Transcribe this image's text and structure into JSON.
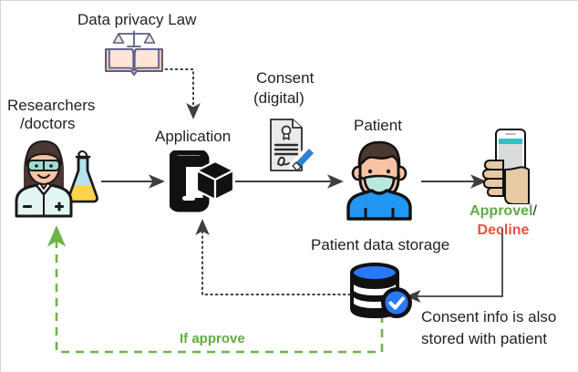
{
  "diagram": {
    "title": "Data privacy consent workflow",
    "labels": {
      "data_privacy_law": "Data privacy Law",
      "researchers_doctors_line1": "Researchers",
      "researchers_doctors_line2": "/doctors",
      "application": "Application",
      "consent_line1": "Consent",
      "consent_line2": "(digital)",
      "patient": "Patient",
      "approve": "Approvel",
      "separator": "/",
      "decline": "Decline",
      "patient_data_storage": "Patient data storage",
      "consent_info_line1": "Consent info is also",
      "consent_info_line2": "stored with patient",
      "if_approve": "If approve"
    },
    "icons": [
      {
        "name": "law-book-icon",
        "label": "Data privacy Law"
      },
      {
        "name": "researcher-scientist-icon",
        "label": "Researchers /doctors"
      },
      {
        "name": "mobile-app-icon",
        "label": "Application"
      },
      {
        "name": "consent-document-icon",
        "label": "Consent (digital)"
      },
      {
        "name": "patient-person-icon",
        "label": "Patient"
      },
      {
        "name": "hand-holding-phone-icon",
        "label": "Approvel / Decline"
      },
      {
        "name": "database-check-icon",
        "label": "Patient data storage"
      }
    ],
    "connectors": [
      {
        "name": "researcher-to-application-arrow",
        "style": "solid",
        "color": "#3f3f3f"
      },
      {
        "name": "law-to-application-arrow",
        "style": "dotted",
        "color": "#3f3f3f"
      },
      {
        "name": "application-to-patient-arrow",
        "style": "solid",
        "color": "#3f3f3f"
      },
      {
        "name": "patient-to-phone-arrow",
        "style": "solid",
        "color": "#3f3f3f"
      },
      {
        "name": "phone-to-database-arrow",
        "style": "solid",
        "color": "#3f3f3f"
      },
      {
        "name": "database-to-application-arrow",
        "style": "dotted",
        "color": "#3f3f3f"
      },
      {
        "name": "if-approve-to-researcher-arrow",
        "style": "dashed",
        "color": "#6eb44a"
      }
    ],
    "colors": {
      "approve_green": "#5fad41",
      "decline_red": "#e2553c",
      "dashed_green": "#6eb44a",
      "arrow_gray": "#3f3f3f",
      "text_dark": "#231f20",
      "law_outline": "#5b5e8c",
      "law_fill": "#fce4d6",
      "patient_shirt": "#2196f3",
      "db_blue": "#2979ff",
      "skin": "#f5c3a4",
      "hand_skin": "#e7c9a3"
    }
  }
}
